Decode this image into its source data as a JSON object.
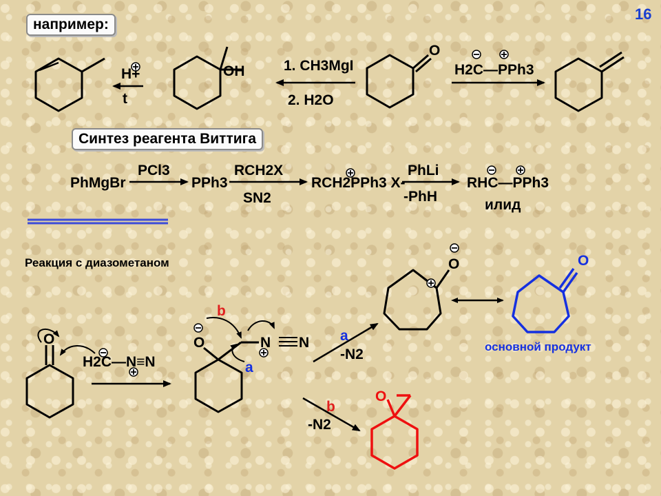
{
  "page_number": "16",
  "example_label": "например:",
  "wittig_heading": "Синтез реагента Виттига",
  "diazo_heading": "Реакция с диазометаном",
  "main_product": "основной продукт",
  "ylide_label": "илид",
  "reagents": {
    "methyl_grignard": "1. CH3MgI",
    "water": "2. H2O",
    "acid": "H+",
    "heat": "t",
    "wittig_ylide": "H2C—PPh3",
    "phmgbr": "PhMgBr",
    "pcl3": "PCl3",
    "pph3": "PPh3",
    "alkyl_halide": "RCH2X",
    "sn2": "SN2",
    "phosphonium_salt": "RCH2PPh3 X-",
    "phli": "PhLi",
    "minus_phh": "-PhH",
    "ylide": "RHC—PPh3",
    "diazomethane": "H2C—N≡N",
    "path_a": "a",
    "path_b": "b",
    "minus_n2": "-N2"
  },
  "colors": {
    "path_label": "#e0201f",
    "main_product": "#1530e0",
    "epoxide": "#ee1010",
    "page_number": "#1a3fd0"
  }
}
